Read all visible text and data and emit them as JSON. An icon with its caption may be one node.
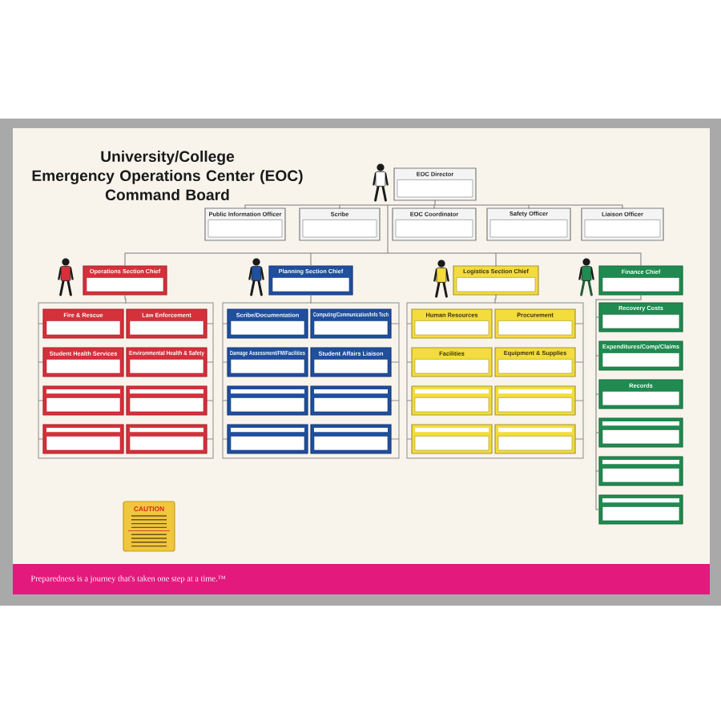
{
  "diagram": {
    "title": "University/College Emergency Operations Center (EOC) Command Board",
    "nodes": [
      {
        "text": [
          "EOC Director"
        ]
      },
      {
        "text": [
          "Public Information Officer"
        ]
      },
      {
        "text": [
          "Scribe"
        ]
      },
      {
        "text": [
          "EOC Coordinator"
        ]
      },
      {
        "text": [
          "Safety Officer"
        ]
      },
      {
        "text": [
          "Liaison Officer"
        ]
      },
      {
        "text": [
          "Operations Section Chief"
        ]
      },
      {
        "text": [
          "Planning Section Chief"
        ]
      },
      {
        "text": [
          "Logistics Section Chief"
        ]
      },
      {
        "text": [
          "Finance Chief"
        ]
      },
      {
        "text": [],
        "shape": "box"
      },
      {
        "text": [
          "Fire & Rescue"
        ],
        "in": 10
      },
      {
        "text": [
          "Law Enforcement"
        ],
        "in": 10
      },
      {
        "text": [
          "Student Health Services"
        ],
        "in": 10
      },
      {
        "text": [
          "Environmental Health & Safety"
        ],
        "in": 10
      },
      {
        "text": [],
        "shape": "box",
        "in": 10
      },
      {
        "text": [],
        "shape": "box",
        "in": 10
      },
      {
        "text": [],
        "shape": "box",
        "in": 10
      },
      {
        "text": [],
        "shape": "box",
        "in": 10
      },
      {
        "text": [],
        "shape": "box"
      },
      {
        "text": [
          "Scribe/Documentation"
        ],
        "in": 19
      },
      {
        "text": [
          "Computing/Communication/Info Tech"
        ],
        "in": 19
      },
      {
        "text": [
          "Damage Assessment/FM/Facilities"
        ],
        "in": 19
      },
      {
        "text": [
          "Student Affairs Liaison"
        ],
        "in": 19
      },
      {
        "text": [],
        "shape": "box",
        "in": 19
      },
      {
        "text": [],
        "shape": "box",
        "in": 19
      },
      {
        "text": [],
        "shape": "box",
        "in": 19
      },
      {
        "text": [],
        "shape": "box",
        "in": 19
      },
      {
        "text": [],
        "shape": "box"
      },
      {
        "text": [
          "Human Resources"
        ],
        "in": 28
      },
      {
        "text": [
          "Procurement"
        ],
        "in": 28
      },
      {
        "text": [
          "Facilities"
        ],
        "in": 28
      },
      {
        "text": [
          "Equipment & Supplies"
        ],
        "in": 28
      },
      {
        "text": [],
        "shape": "box",
        "in": 28
      },
      {
        "text": [],
        "shape": "box",
        "in": 28
      },
      {
        "text": [],
        "shape": "box",
        "in": 28
      },
      {
        "text": [],
        "shape": "box",
        "in": 28
      },
      {
        "text": [
          "Recovery Costs"
        ]
      },
      {
        "text": [
          "Expenditures/Comp/Claims"
        ]
      },
      {
        "text": [
          "Records"
        ]
      },
      {
        "text": [],
        "shape": "box"
      },
      {
        "text": [],
        "shape": "box"
      },
      {
        "text": [],
        "shape": "box"
      },
      {
        "text": [
          "CAUTION"
        ]
      }
    ],
    "edges": [
      {
        "from": 0,
        "to": 1,
        "arrow": "none"
      },
      {
        "from": 0,
        "to": 2,
        "arrow": "none"
      },
      {
        "from": 0,
        "to": 3,
        "arrow": "none"
      },
      {
        "from": 0,
        "to": 4,
        "arrow": "none"
      },
      {
        "from": 0,
        "to": 5,
        "arrow": "none"
      },
      {
        "from": 0,
        "to": 6,
        "arrow": "none"
      },
      {
        "from": 0,
        "to": 7,
        "arrow": "none"
      },
      {
        "from": 0,
        "to": 8,
        "arrow": "none"
      },
      {
        "from": 0,
        "to": 9,
        "arrow": "none"
      },
      {
        "from": 6,
        "to": 10,
        "arrow": "none"
      },
      {
        "from": 7,
        "to": 19,
        "arrow": "none"
      },
      {
        "from": 8,
        "to": 28,
        "arrow": "none"
      },
      {
        "from": 9,
        "to": 37,
        "arrow": "none"
      },
      {
        "from": 9,
        "to": 38,
        "arrow": "none"
      },
      {
        "from": 9,
        "to": 39,
        "arrow": "none"
      },
      {
        "from": 9,
        "to": 40,
        "arrow": "none"
      },
      {
        "from": 9,
        "to": 41,
        "arrow": "none"
      },
      {
        "from": 9,
        "to": 42,
        "arrow": "none"
      }
    ],
    "labels": [
      "Preparedness is a journey that's taken one step at a time.™"
    ]
  }
}
